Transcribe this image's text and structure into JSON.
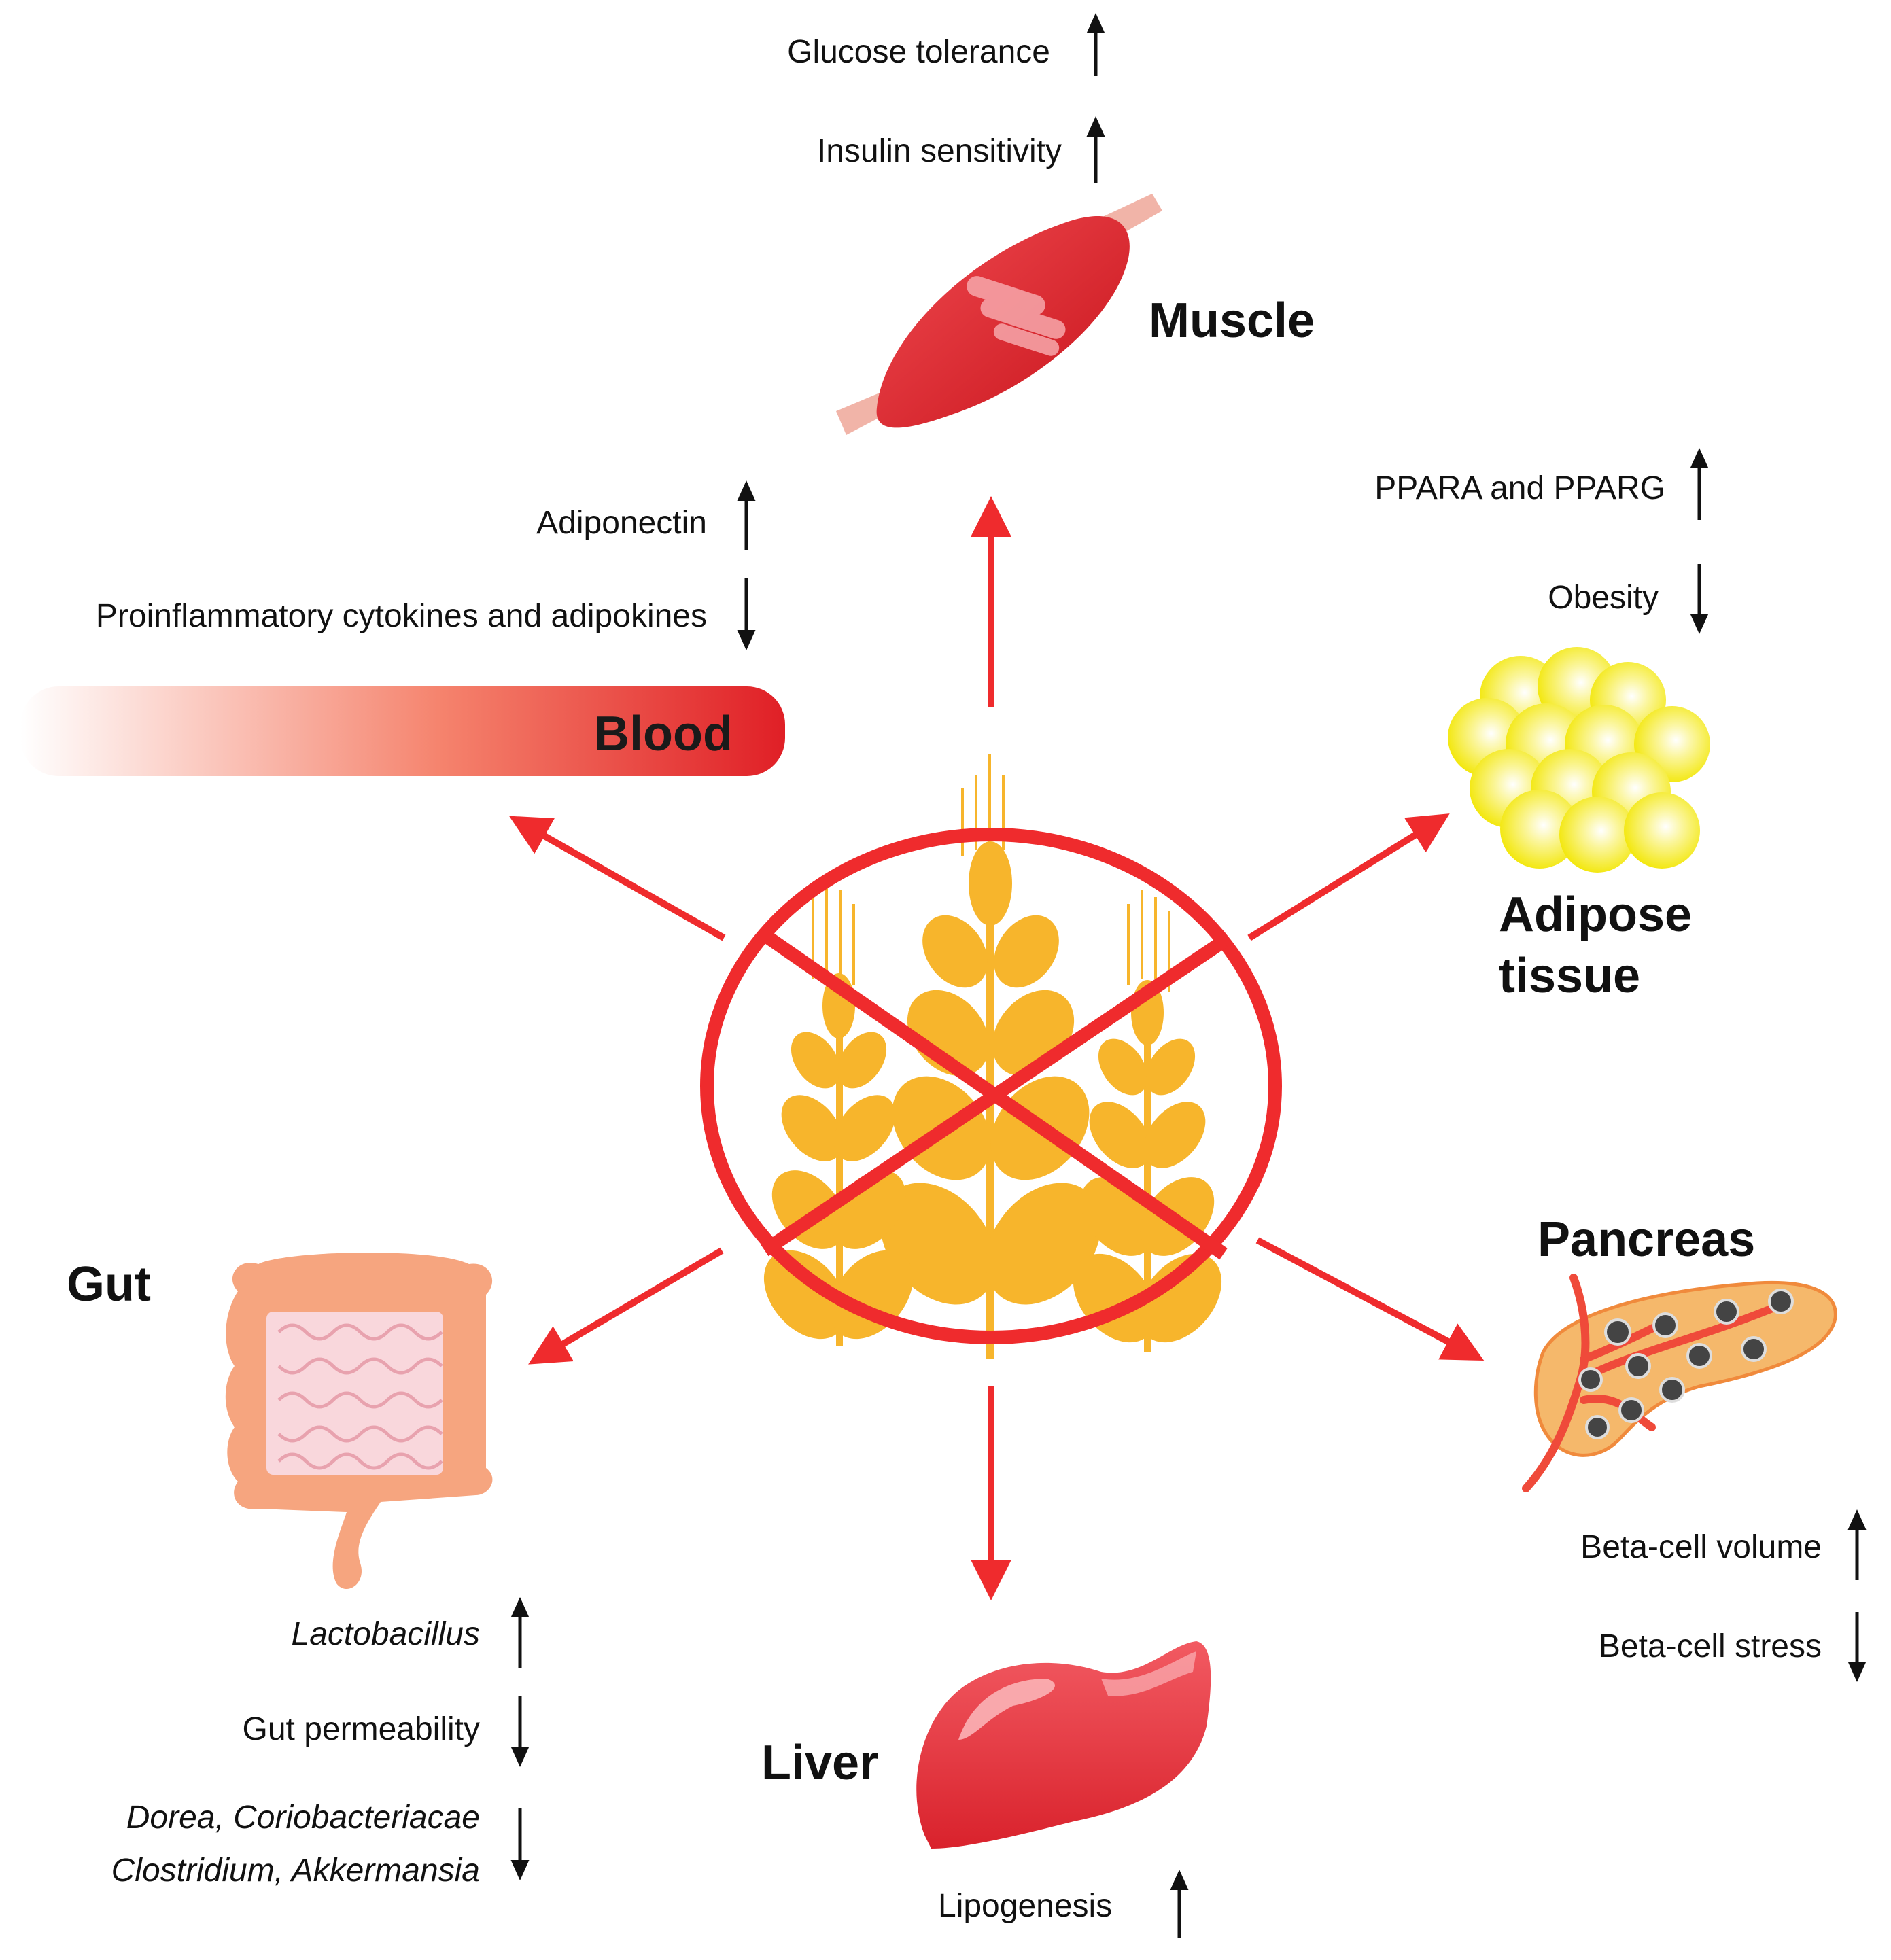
{
  "colors": {
    "arrow": "#ef2b2d",
    "wheat": "#f7b52c",
    "ban": "#ef2b2d",
    "muscle": "#e0242c",
    "fat": "#f4ec1c",
    "gut": "#f6a57f",
    "pancreas": "#f5b86b",
    "liver": "#e8323c"
  },
  "icons": [
    "wheat-icon",
    "muscle-icon",
    "fat-cells-icon",
    "pancreas-icon",
    "liver-icon",
    "intestine-icon"
  ],
  "muscle": {
    "title": "Muscle",
    "effects": [
      {
        "label": "Glucose tolerance",
        "dir": "up"
      },
      {
        "label": "Insulin sensitivity",
        "dir": "up"
      }
    ]
  },
  "adipose": {
    "title_line1": "Adipose",
    "title_line2": "tissue",
    "effects": [
      {
        "label": "PPARA and PPARG",
        "dir": "up"
      },
      {
        "label": "Obesity",
        "dir": "down"
      }
    ]
  },
  "blood": {
    "title": "Blood",
    "effects": [
      {
        "label": "Adiponectin",
        "dir": "up"
      },
      {
        "label": "Proinflammatory cytokines and adipokines",
        "dir": "down"
      }
    ]
  },
  "pancreas": {
    "title": "Pancreas",
    "effects": [
      {
        "label": "Beta-cell volume",
        "dir": "up"
      },
      {
        "label": "Beta-cell stress",
        "dir": "down"
      }
    ]
  },
  "liver": {
    "title": "Liver",
    "effects": [
      {
        "label": "Lipogenesis",
        "dir": "up"
      }
    ]
  },
  "gut": {
    "title": "Gut",
    "effects": [
      {
        "label": "Lactobacillus",
        "dir": "up"
      },
      {
        "label": "Gut permeability",
        "dir": "down"
      },
      {
        "label_line1": "Dorea, Coriobacteriacae",
        "label_line2": "Clostridium, Akkermansia",
        "dir": "down"
      }
    ]
  }
}
